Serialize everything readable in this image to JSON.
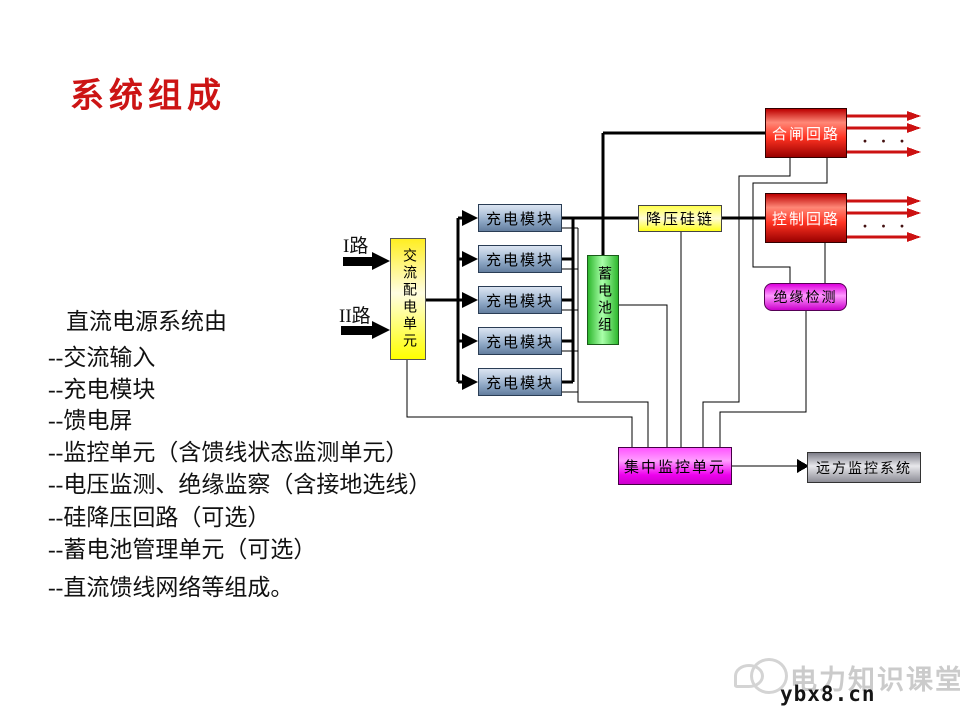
{
  "slide": {
    "title": "系统组成",
    "intro": "直流电源系统由",
    "bullets": [
      "--交流输入",
      "--充电模块",
      "--馈电屏",
      "--监控单元（含馈线状态监测单元）",
      "--电压监测、绝缘监察（含接地选线）",
      "--硅降压回路（可选）",
      "--蓄电池管理单元（可选）",
      "--直流馈线网络等组成。"
    ]
  },
  "diagram": {
    "input_1": "I路",
    "input_2": "II路",
    "ac_distribution_unit": "交流配电单元",
    "charge_modules": [
      "充电模块",
      "充电模块",
      "充电模块",
      "充电模块",
      "充电模块"
    ],
    "battery_pack": "蓄电池组",
    "step_down_silicon_chain": "降压硅链",
    "closing_circuit": "合闸回路",
    "control_circuit": "控制回路",
    "insulation_detection": "绝缘检测",
    "central_monitoring_unit": "集中监控单元",
    "remote_monitoring_system": "远方监控系统",
    "ellipsis": "· · ·"
  },
  "watermark": {
    "brand": "电力知识课堂",
    "site": "ybx8.cn"
  },
  "colors": {
    "title_red": "#cc1414",
    "arrow_red": "#cc1111",
    "line_black": "#000000",
    "module_blue": "#8aa4c2",
    "battery_green": "#2eb82e",
    "monitor_magenta": "#ee00ee",
    "silicon_yellow": "#ffff1a"
  }
}
